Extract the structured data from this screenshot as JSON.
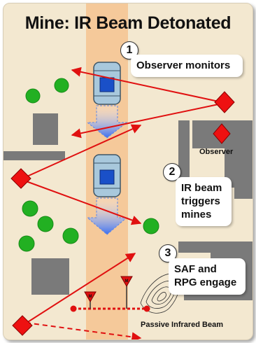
{
  "title": "Mine: IR Beam Detonated",
  "steps": [
    {
      "number": "1",
      "text": "Observer monitors"
    },
    {
      "number": "2",
      "text": "IR beam triggers mines"
    },
    {
      "number": "3",
      "text": "SAF and RPG engage"
    }
  ],
  "labels": {
    "observer": "Observer",
    "beam": "Passive Infrared Beam"
  },
  "colors": {
    "background": "#f3e8d0",
    "road": "#f5c99a",
    "building": "#7a7a7a",
    "tree": "#22b022",
    "enemy": "#ee1111",
    "fire_line": "#e01010",
    "vehicle": "#a8c8dc",
    "vehicle_core": "#1a50c8"
  },
  "icons": [
    "enemy-diamond-icon",
    "mine-icon",
    "vehicle-icon",
    "movement-arrow-icon",
    "tree-icon",
    "building-icon"
  ]
}
